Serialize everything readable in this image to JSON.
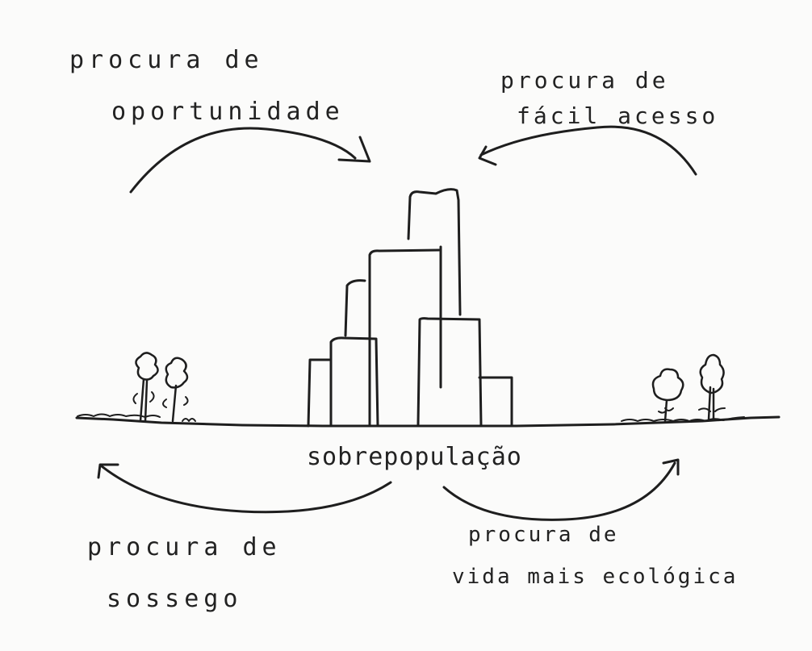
{
  "diagram": {
    "center_label": "sobrepopulação",
    "labels": {
      "top_left_line1": "procura de",
      "top_left_line2": "oportunidade",
      "top_right_line1": "procura de",
      "top_right_line2": "fácil acesso",
      "bottom_left_line1": "procura de",
      "bottom_left_line2": "sossego",
      "bottom_right_line1": "procura de",
      "bottom_right_line2": "vida mais ecológica"
    },
    "stroke_color": "#1e1e1e",
    "background_color": "#fbfbfa"
  }
}
